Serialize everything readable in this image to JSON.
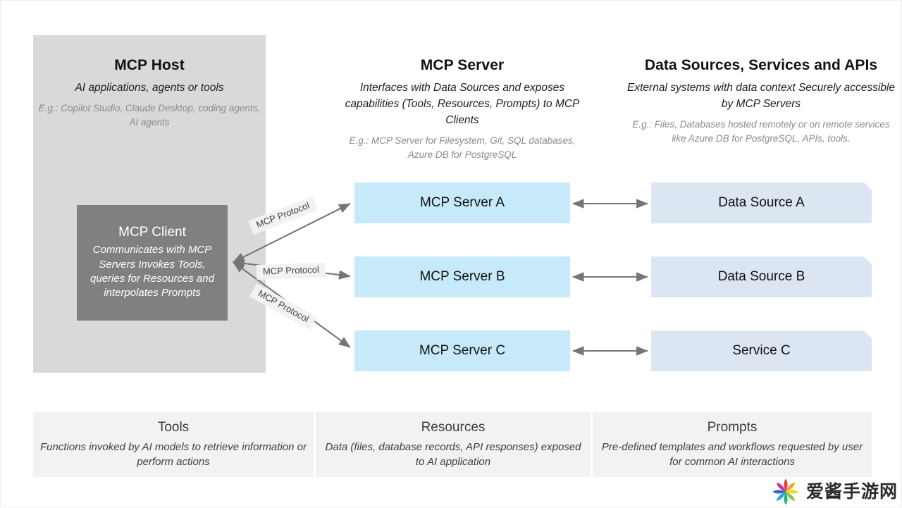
{
  "columns": {
    "host": {
      "title": "MCP Host",
      "subtitle": "AI applications, agents or tools",
      "example": "E.g.: Copilot Studio, Claude Desktop, coding agents, AI agents"
    },
    "server": {
      "title": "MCP Server",
      "subtitle": "Interfaces with Data Sources and exposes capabilities (Tools, Resources, Prompts) to MCP Clients",
      "example": "E.g.: MCP Server for Filesystem, Git, SQL databases, Azure DB for PostgreSQL"
    },
    "data": {
      "title": "Data Sources, Services and APIs",
      "subtitle": "External systems with data context Securely accessible by MCP Servers",
      "example": "E.g.: Files, Databases hosted remotely or on remote services like Azure DB for PostgreSQL, APIs, tools."
    }
  },
  "client": {
    "title": "MCP Client",
    "subtitle": "Communicates with MCP Servers Invokes Tools, queries for Resources and interpolates Prompts"
  },
  "servers": [
    {
      "label": "MCP Server A"
    },
    {
      "label": "MCP Server B"
    },
    {
      "label": "MCP Server C"
    }
  ],
  "data_sources": [
    {
      "label": "Data Source A"
    },
    {
      "label": "Data Source B"
    },
    {
      "label": "Service C"
    }
  ],
  "protocol_labels": [
    {
      "label": "MCP Protocol"
    },
    {
      "label": "MCP Protocol"
    },
    {
      "label": "MCP Protocol"
    }
  ],
  "features": [
    {
      "title": "Tools",
      "subtitle": "Functions invoked by AI models to retrieve information or perform actions"
    },
    {
      "title": "Resources",
      "subtitle": "Data (files, database records, API responses) exposed to AI application"
    },
    {
      "title": "Prompts",
      "subtitle": "Pre-defined templates and workflows requested by user for common AI interactions"
    }
  ],
  "watermark": {
    "text": "爱酱手游网",
    "petal_colors": [
      "#e8423a",
      "#f4a22a",
      "#f6d32a",
      "#8cc63f",
      "#22b573",
      "#2aa9e0",
      "#3b5bdb",
      "#c2379b"
    ]
  },
  "colors": {
    "host_panel": "#d9d9d9",
    "client_box": "#808080",
    "server_box": "#c6eafa",
    "data_box": "#dce6f2",
    "feature_panel": "#f2f2f2",
    "arrow": "#767676",
    "protocol_label_bg": "#f2f2f2"
  }
}
